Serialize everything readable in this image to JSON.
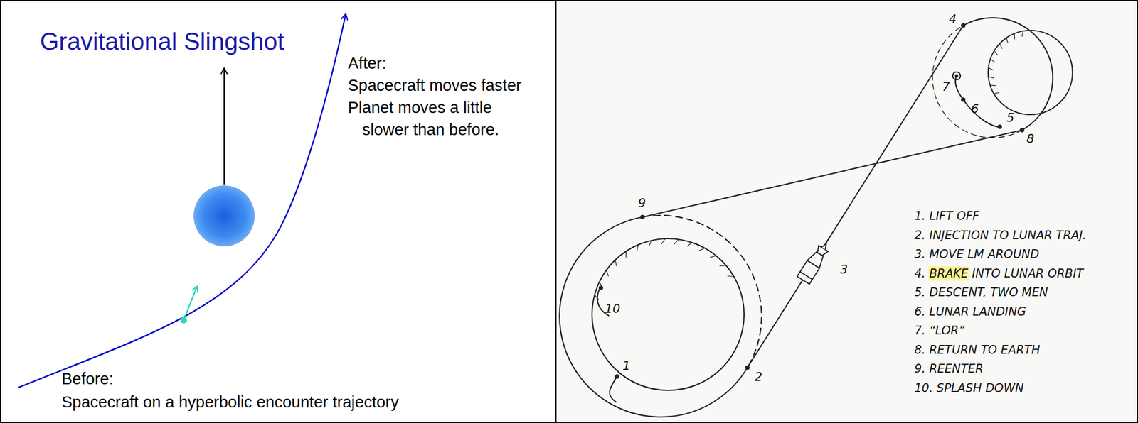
{
  "diagram": {
    "title": "Gravitational Slingshot",
    "labels": [
      "After:",
      "Spacecraft moves faster",
      "Planet moves a little",
      "slower than before.",
      "Before:",
      "Spacecraft on a hyperbolic encounter trajectory",
      "1",
      "2",
      "3",
      "4",
      "5",
      "6",
      "7",
      "8",
      "9",
      "10",
      "1. LIFT OFF",
      "2. INJECTION TO LUNAR TRAJ.",
      "3. MOVE LM AROUND",
      "4. BRAKE INTO LUNAR ORBIT",
      "5. DESCENT, TWO MEN",
      "6. LUNAR LANDING",
      "7. “LOR”",
      "8. RETURN TO EARTH",
      "9. REENTER",
      "10. SPLASH DOWN"
    ]
  }
}
